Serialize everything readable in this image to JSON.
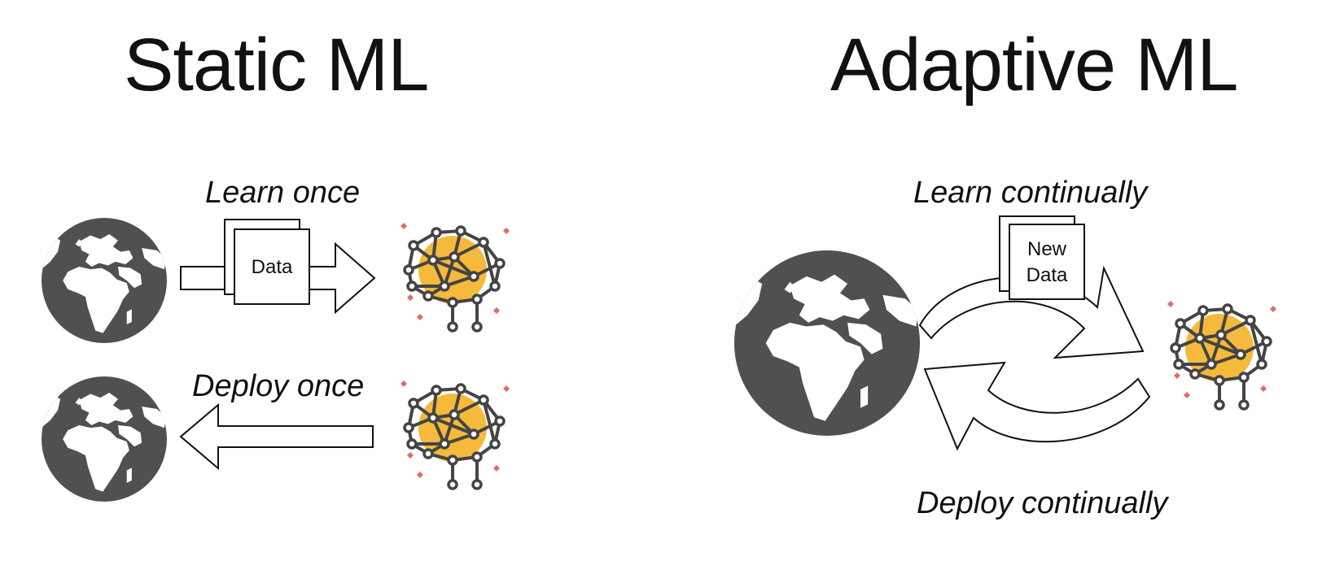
{
  "static": {
    "title": "Static ML",
    "learn_caption": "Learn once",
    "deploy_caption": "Deploy once",
    "data_label": "Data"
  },
  "adaptive": {
    "title": "Adaptive ML",
    "learn_caption": "Learn continually",
    "deploy_caption": "Deploy continually",
    "data_label_line1": "New",
    "data_label_line2": "Data"
  },
  "icons": [
    "globe-icon",
    "brain-network-icon",
    "document-stack-icon",
    "arrow-icon"
  ],
  "colors": {
    "globe": "#505050",
    "brain_lines": "#444444",
    "brain_fill": "#f5b93c",
    "sparkle": "#e06a6a",
    "text": "#111111"
  }
}
